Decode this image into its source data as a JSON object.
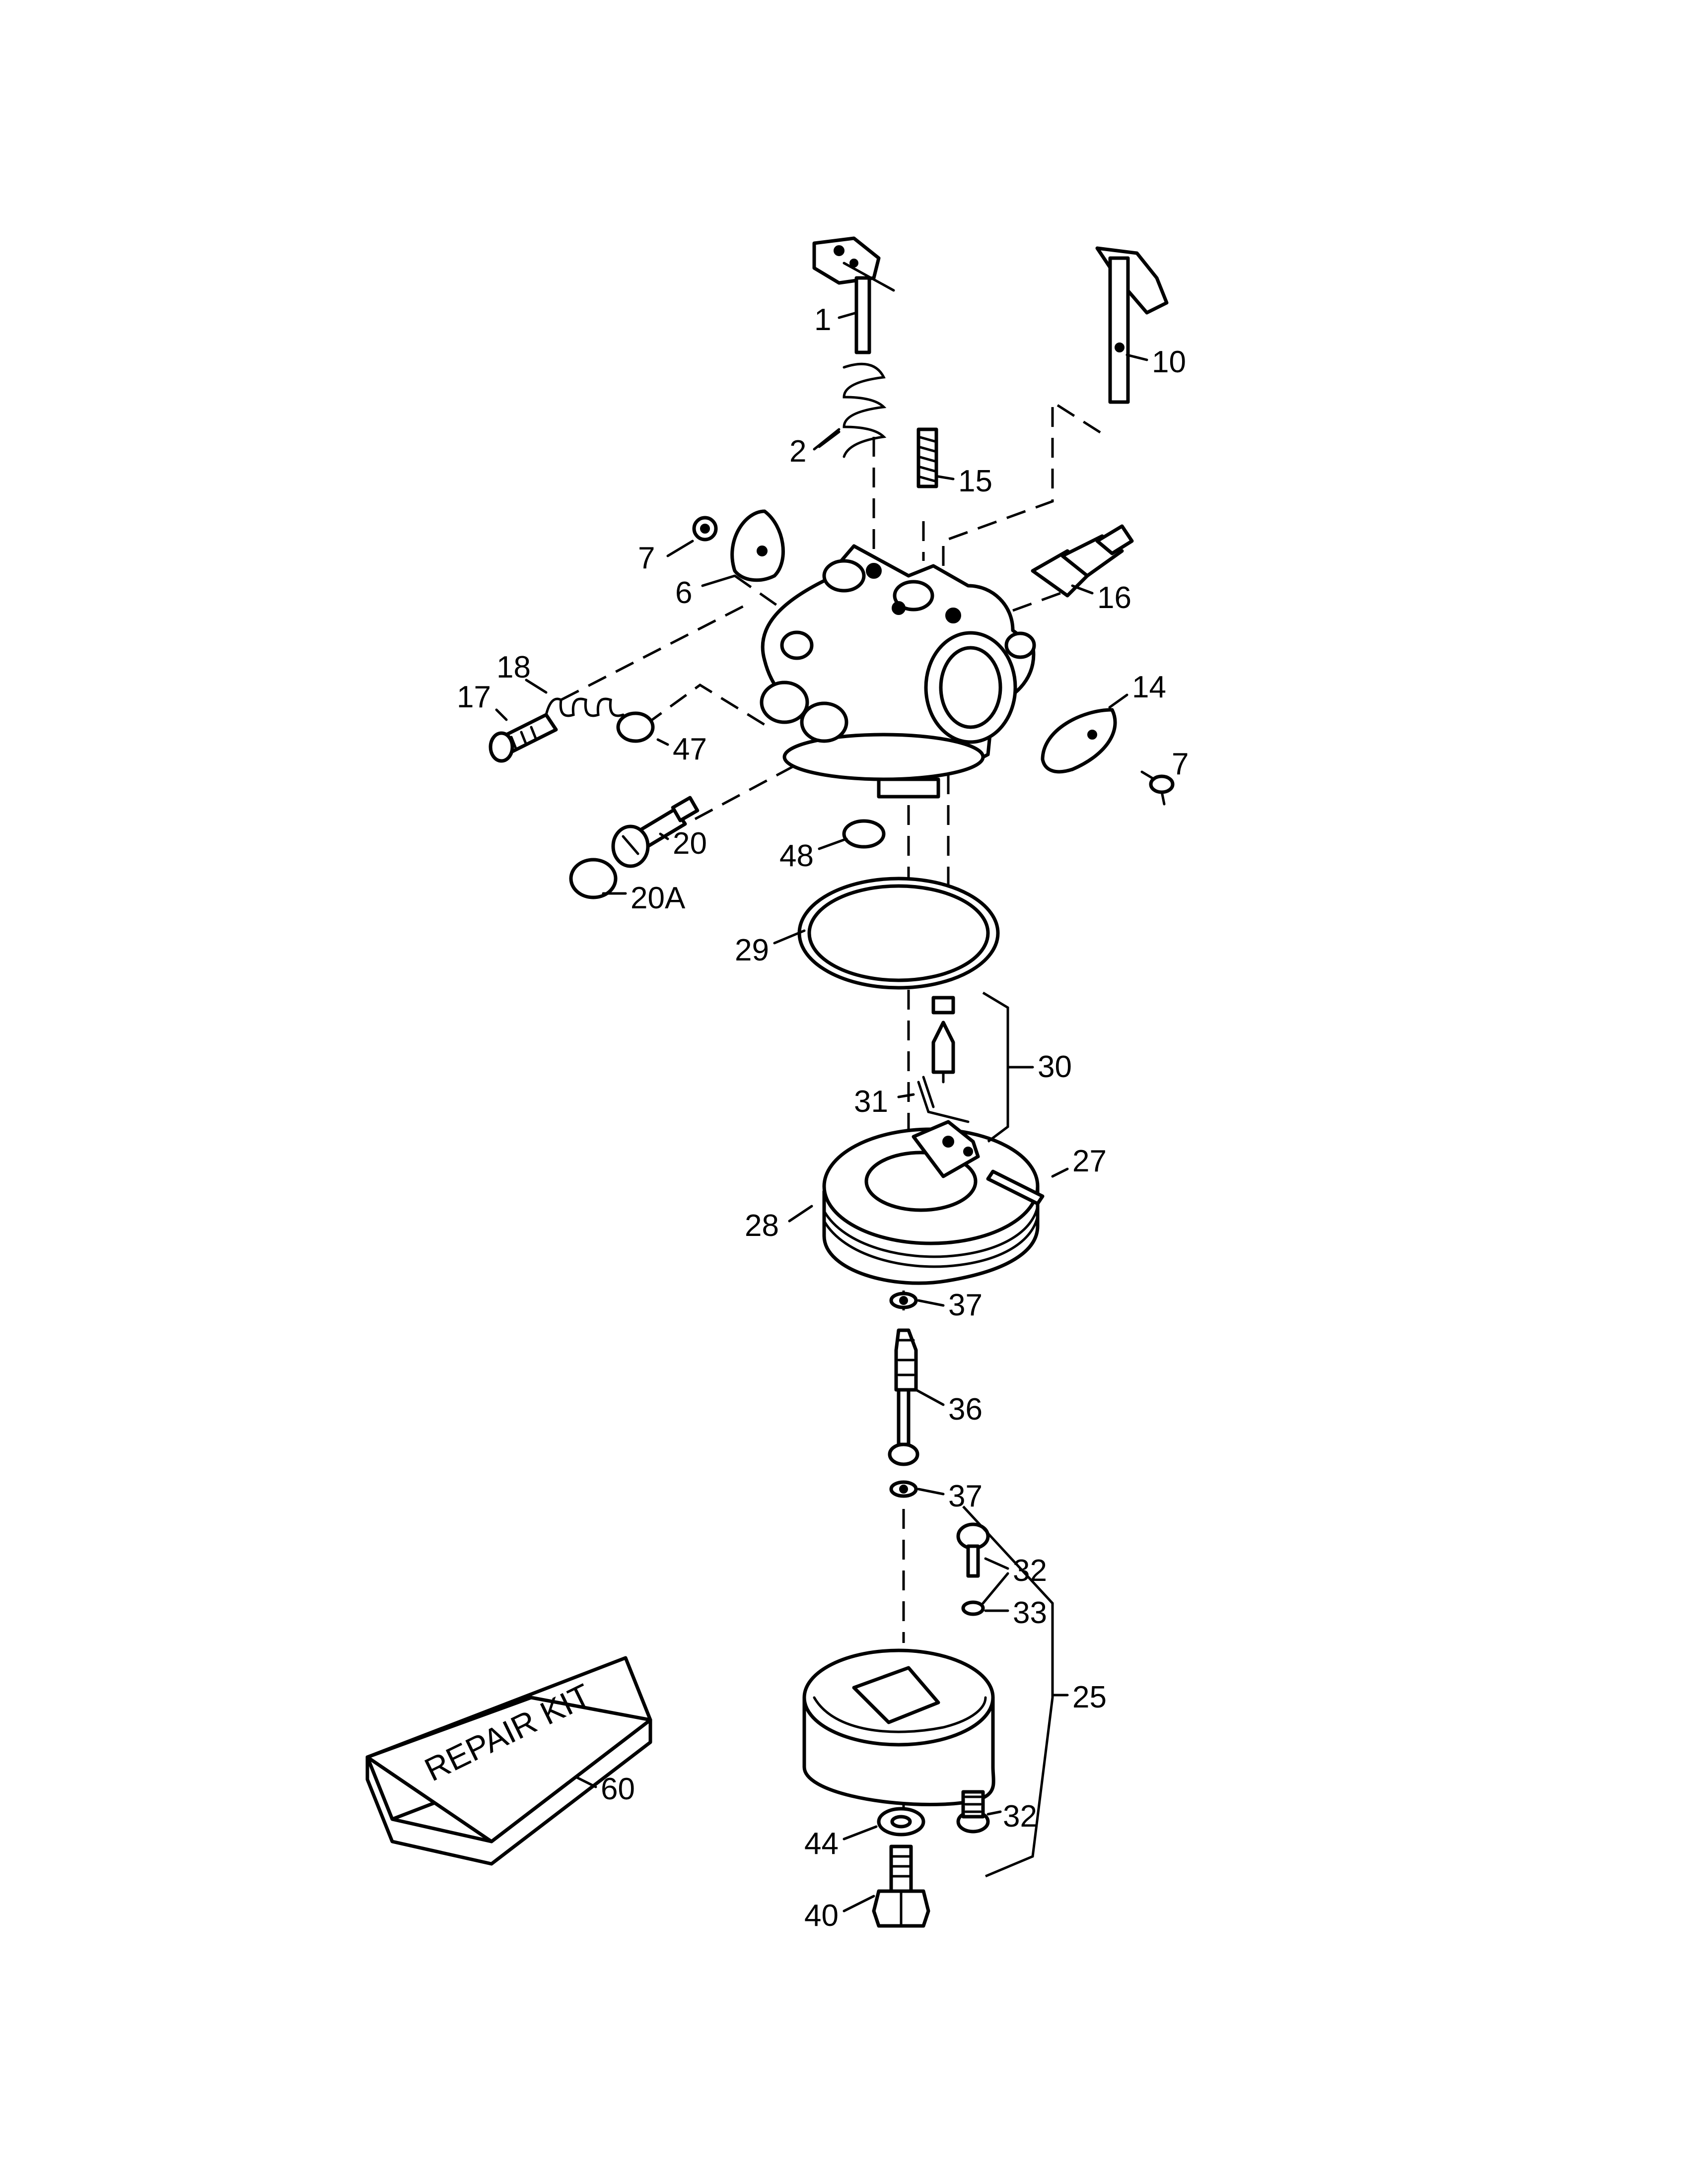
{
  "diagram": {
    "callouts": [
      {
        "id": "p1",
        "text": "1"
      },
      {
        "id": "p2",
        "text": "2"
      },
      {
        "id": "p6",
        "text": "6"
      },
      {
        "id": "p7a",
        "text": "7"
      },
      {
        "id": "p7b",
        "text": "7"
      },
      {
        "id": "p10",
        "text": "10"
      },
      {
        "id": "p14",
        "text": "14"
      },
      {
        "id": "p15",
        "text": "15"
      },
      {
        "id": "p16",
        "text": "16"
      },
      {
        "id": "p17",
        "text": "17"
      },
      {
        "id": "p18",
        "text": "18"
      },
      {
        "id": "p20",
        "text": "20"
      },
      {
        "id": "p20A",
        "text": "20A"
      },
      {
        "id": "p25",
        "text": "25"
      },
      {
        "id": "p27",
        "text": "27"
      },
      {
        "id": "p28",
        "text": "28"
      },
      {
        "id": "p29",
        "text": "29"
      },
      {
        "id": "p30",
        "text": "30"
      },
      {
        "id": "p31",
        "text": "31"
      },
      {
        "id": "p32a",
        "text": "32"
      },
      {
        "id": "p32b",
        "text": "32"
      },
      {
        "id": "p33",
        "text": "33"
      },
      {
        "id": "p36",
        "text": "36"
      },
      {
        "id": "p37a",
        "text": "37"
      },
      {
        "id": "p37b",
        "text": "37"
      },
      {
        "id": "p40",
        "text": "40"
      },
      {
        "id": "p44",
        "text": "44"
      },
      {
        "id": "p47",
        "text": "47"
      },
      {
        "id": "p48",
        "text": "48"
      },
      {
        "id": "p60",
        "text": "60"
      }
    ],
    "repair_kit_label": "REPAIR KIT"
  }
}
